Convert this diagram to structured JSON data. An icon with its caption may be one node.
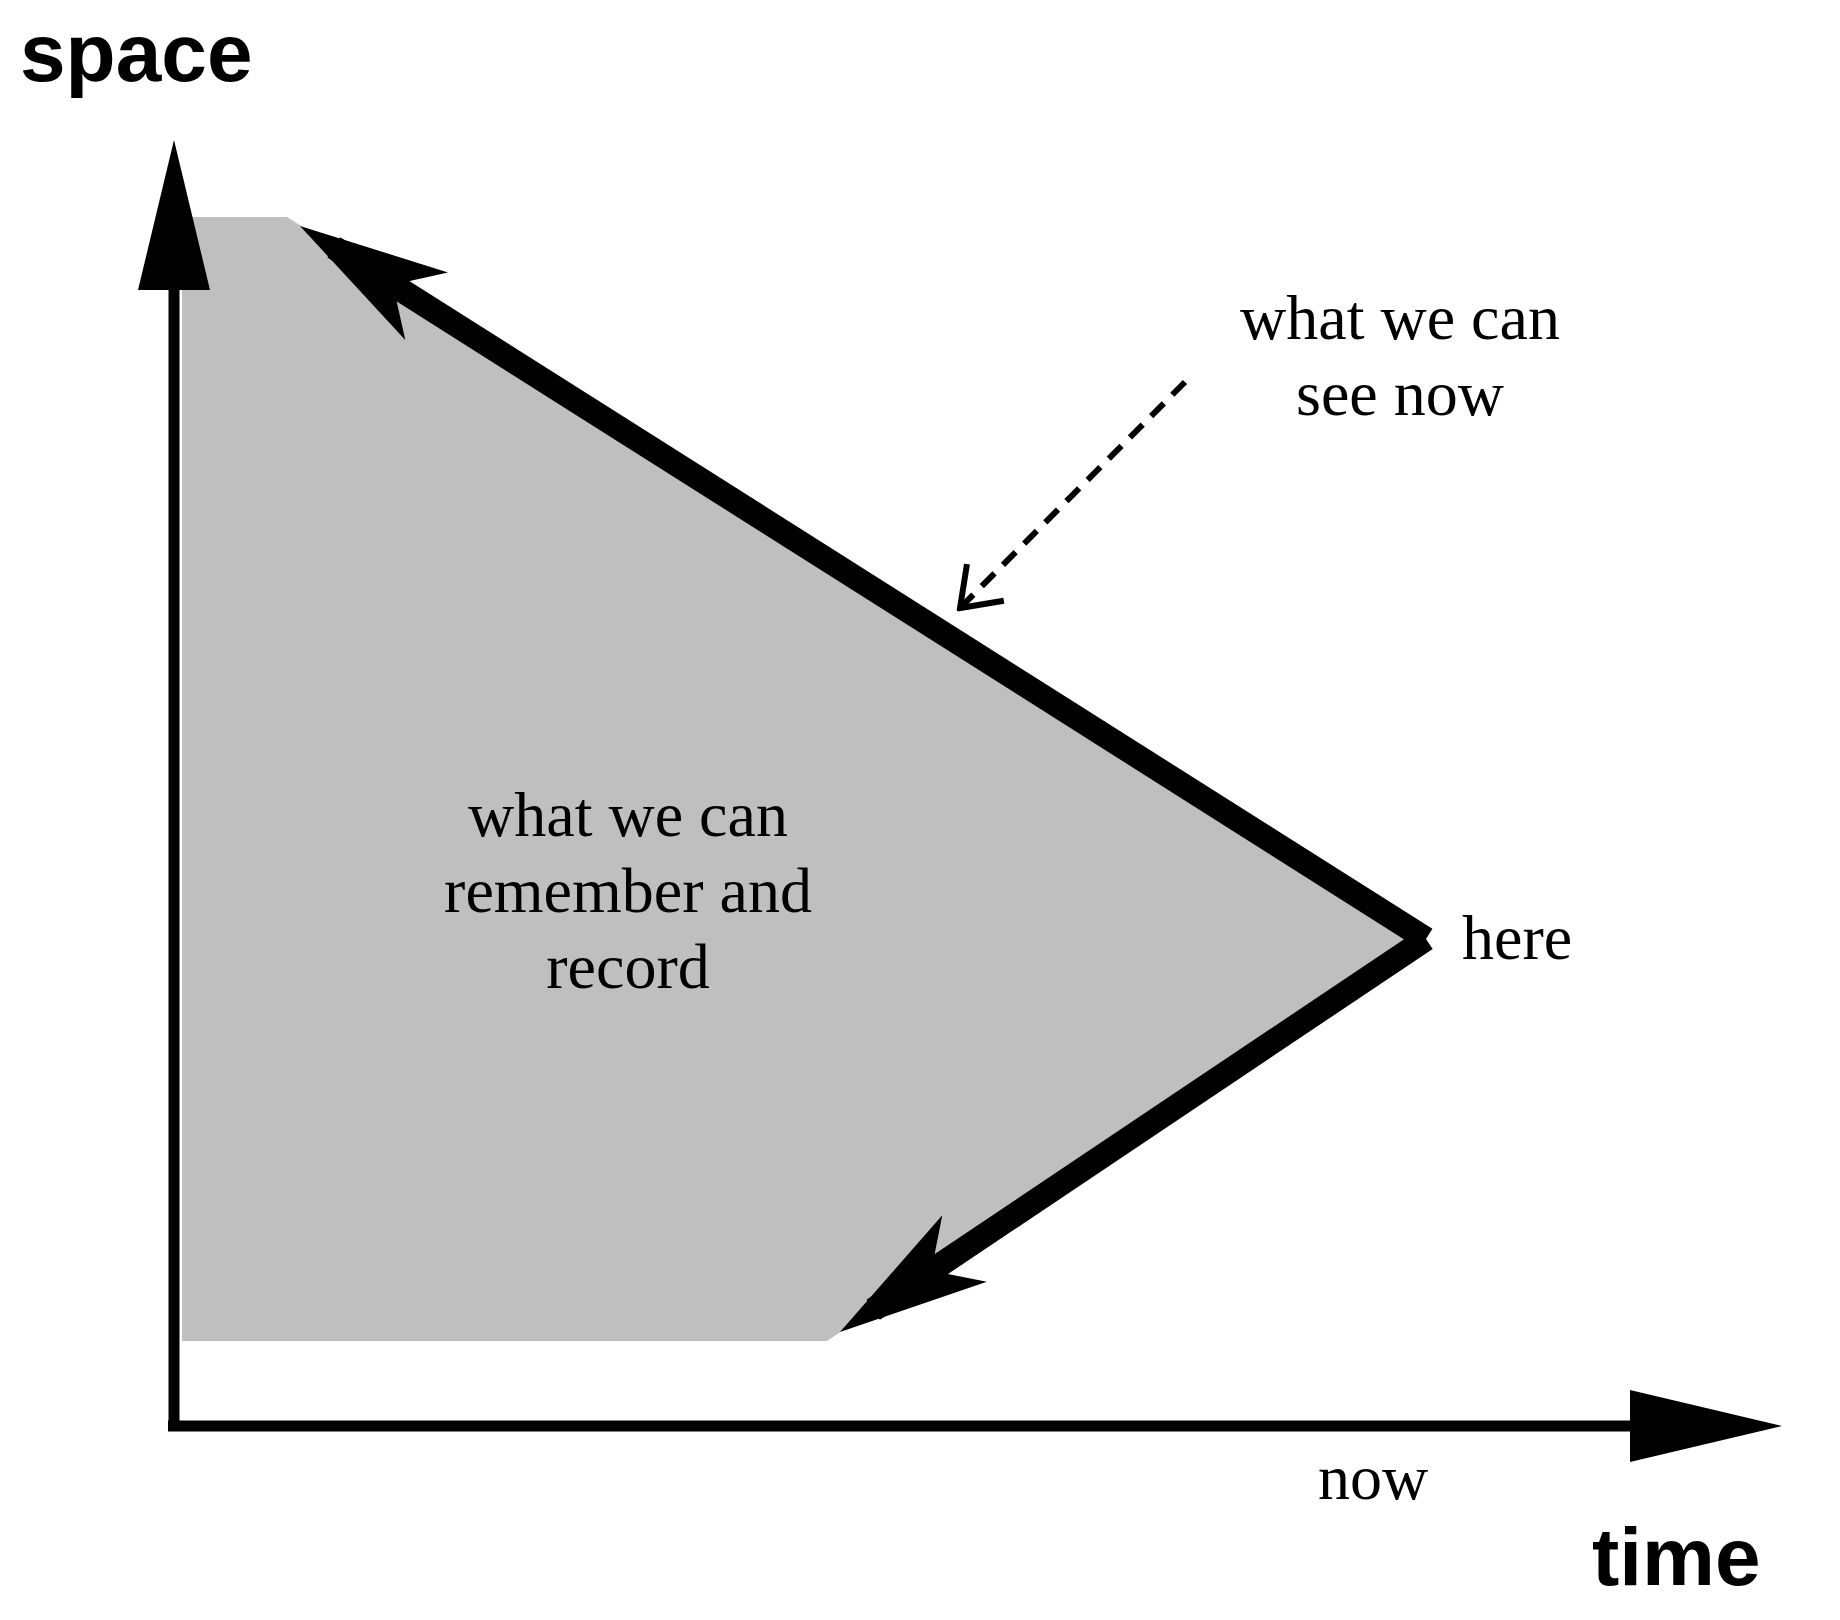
{
  "diagram": {
    "nodes": [
      {
        "text": [
          "what we can remember and record"
        ]
      },
      {
        "text": [
          "what we can see now"
        ]
      },
      {
        "text": [
          "here"
        ]
      }
    ],
    "edges": [
      {
        "from": 2,
        "to": 0,
        "arrow": "to"
      },
      {
        "from": 2,
        "to": 0,
        "arrow": "to"
      },
      {
        "from": 1,
        "to": 0,
        "arrow": "to",
        "style": "dashed"
      }
    ],
    "labels": [
      "space",
      "time",
      "now"
    ]
  }
}
